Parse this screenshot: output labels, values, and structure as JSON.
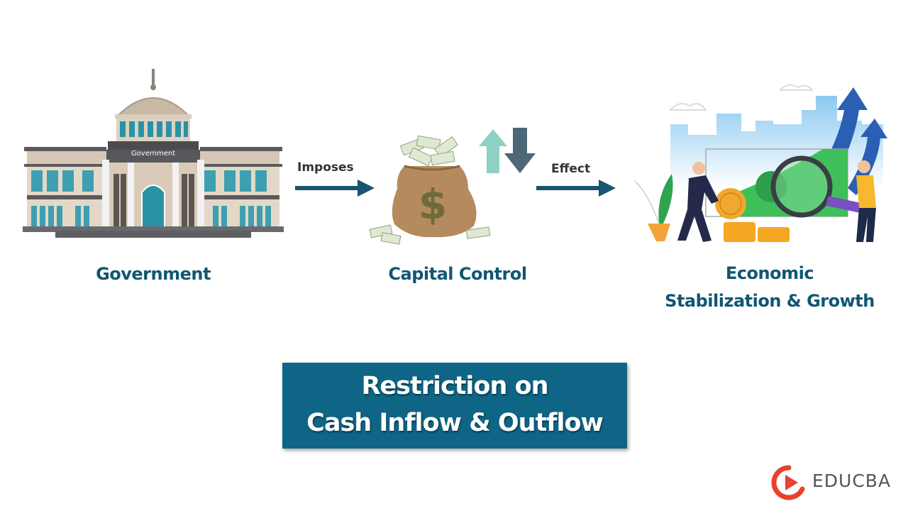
{
  "diagram": {
    "nodes": [
      {
        "id": "government",
        "label": "Government",
        "icon": "government-building-icon",
        "sign_text": "Government"
      },
      {
        "id": "capital-control",
        "label": "Capital Control",
        "icon": "money-bag-icon"
      },
      {
        "id": "economic-growth",
        "label_line1": "Economic",
        "label_line2": "Stabilization & Growth",
        "icon": "economic-growth-illustration-icon"
      }
    ],
    "edges": [
      {
        "from": "government",
        "to": "capital-control",
        "label": "Imposes"
      },
      {
        "from": "capital-control",
        "to": "economic-growth",
        "label": "Effect"
      }
    ],
    "summary_box": {
      "line1": "Restriction on",
      "line2": "Cash Inflow & Outflow"
    }
  },
  "brand": {
    "name": "EDUCBA"
  },
  "colors": {
    "label_text": "#115673",
    "arrow": "#1a5470",
    "box_bg": "#0e6585",
    "up_arrow": "#8fd0c4",
    "down_arrow": "#4d6678",
    "logo_red": "#e8412c"
  }
}
